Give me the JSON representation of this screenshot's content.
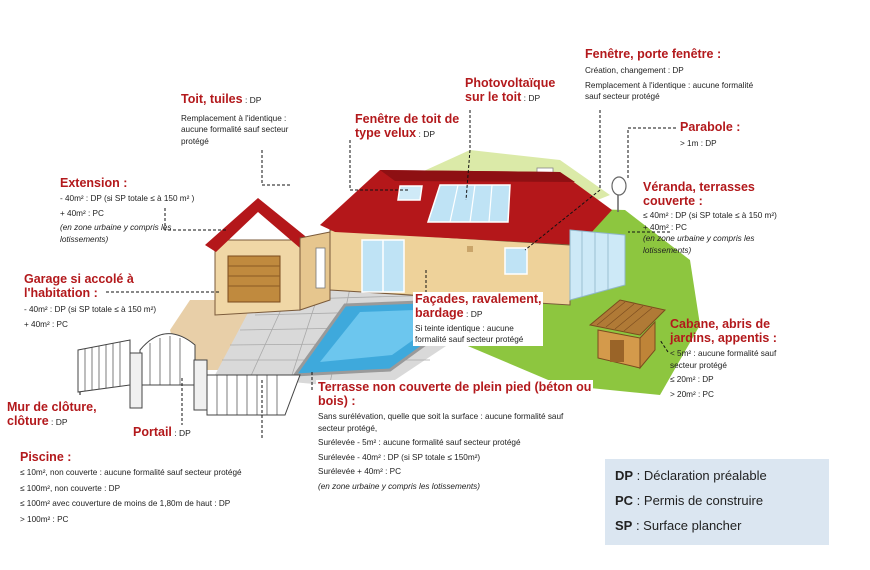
{
  "labels": {
    "toit": {
      "title": "Toit, tuiles",
      "suffix": " : DP",
      "lines": [
        "Remplacement à l'identique :",
        "aucune formalité sauf secteur",
        "protégé"
      ]
    },
    "velux": {
      "title1": "Fenêtre de toit de",
      "title2": "type velux",
      "suffix": " : DP"
    },
    "photo": {
      "title1": "Photovoltaïque",
      "title2": "sur le toit",
      "suffix": " : DP"
    },
    "fenetre": {
      "title": "Fenêtre, porte fenêtre :",
      "lines": [
        "Création, changement : DP",
        "Remplacement à l'identique : aucune formalité",
        "sauf secteur protégé"
      ]
    },
    "parabole": {
      "title": "Parabole :",
      "lines": [
        "> 1m : DP"
      ]
    },
    "veranda": {
      "title1": "Véranda, terrasses",
      "title2": "couverte :",
      "lines": [
        "≤ 40m² : DP (si SP totale ≤ à 150 m²)",
        "+ 40m² : PC"
      ],
      "italic": [
        "(en zone urbaine y compris les",
        "lotissements)"
      ]
    },
    "extension": {
      "title": "Extension :",
      "lines": [
        "- 40m² : DP (si SP totale ≤ à 150 m² )",
        "+ 40m² : PC"
      ],
      "italic": [
        "(en zone urbaine y compris les",
        "lotissements)"
      ]
    },
    "garage": {
      "title1": "Garage si accolé à",
      "title2": "l'habitation :",
      "lines": [
        "- 40m² : DP (si SP totale ≤ à 150 m²)",
        "+ 40m² : PC"
      ]
    },
    "facades": {
      "title1": "Façades, ravalement,",
      "title2": "bardage",
      "suffix": " : DP",
      "lines": [
        "Si teinte identique : aucune",
        "formalité sauf secteur protégé"
      ]
    },
    "cabane": {
      "title1": "Cabane, abris de",
      "title2": "jardins, appentis :",
      "lines": [
        "< 5m² : aucune formalité sauf",
        "secteur protégé",
        "≤ 20m² : DP",
        "> 20m² : PC"
      ]
    },
    "terrasse": {
      "title1": "Terrasse non couverte de plein pied (béton ou",
      "title2": "bois) :",
      "lines": [
        "Sans surélévation, quelle que soit la surface : aucune formalité sauf",
        "secteur protégé,",
        "Surélevée - 5m² : aucune formalité sauf secteur protégé",
        "Surélevée - 40m² : DP (si SP totale ≤ 150m²)",
        "Surélevée + 40m² : PC"
      ],
      "italic": [
        "(en zone urbaine y compris les lotissements)"
      ]
    },
    "cloture": {
      "title1": "Mur de clôture,",
      "title2": "clôture",
      "suffix": " : DP"
    },
    "portail": {
      "title": "Portail",
      "suffix": " : DP"
    },
    "piscine": {
      "title": "Piscine :",
      "lines": [
        "≤ 10m², non couverte : aucune formalité sauf secteur protégé",
        "≤ 100m², non couverte : DP",
        "≤ 100m² avec couverture de moins de 1,80m de haut : DP",
        "> 100m² : PC"
      ]
    }
  },
  "legend": [
    {
      "abbr": "DP",
      "text": " : Déclaration préalable"
    },
    {
      "abbr": "PC",
      "text": " : Permis de construire"
    },
    {
      "abbr": "SP",
      "text": " : Surface plancher"
    }
  ]
}
